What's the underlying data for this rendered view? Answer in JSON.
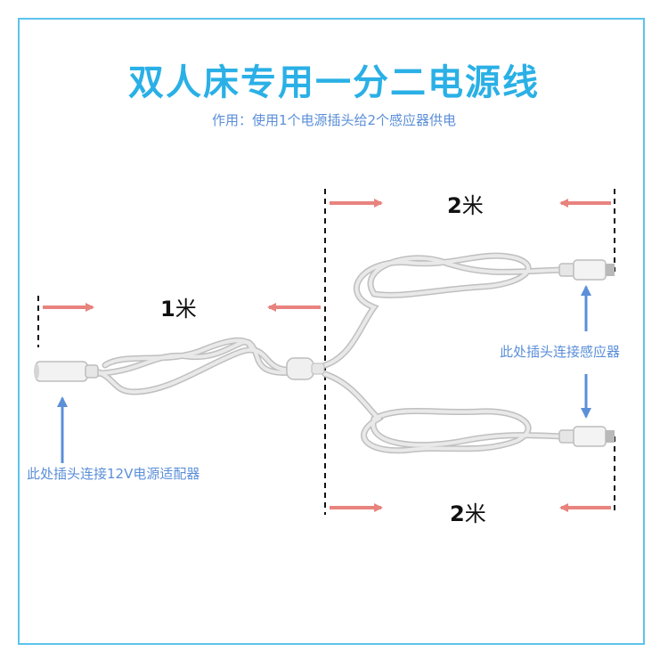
{
  "title": "双人床专用一分二电源线",
  "subtitle": "作用：使用1个电源插头给2个感应器供电",
  "dimensions": {
    "main_length": "1",
    "top_branch_length": "2",
    "bottom_branch_length": "2",
    "unit": "米"
  },
  "notes": {
    "sensor_connection": "此处插头连接感应器",
    "adapter_connection": "此处插头连接12V电源适配器"
  },
  "colors": {
    "title": "#2ab0e6",
    "frame": "#5cc4ee",
    "arrow_red": "#e8837e",
    "arrow_blue": "#5b8fd8",
    "cable": "#dcdcdc"
  }
}
